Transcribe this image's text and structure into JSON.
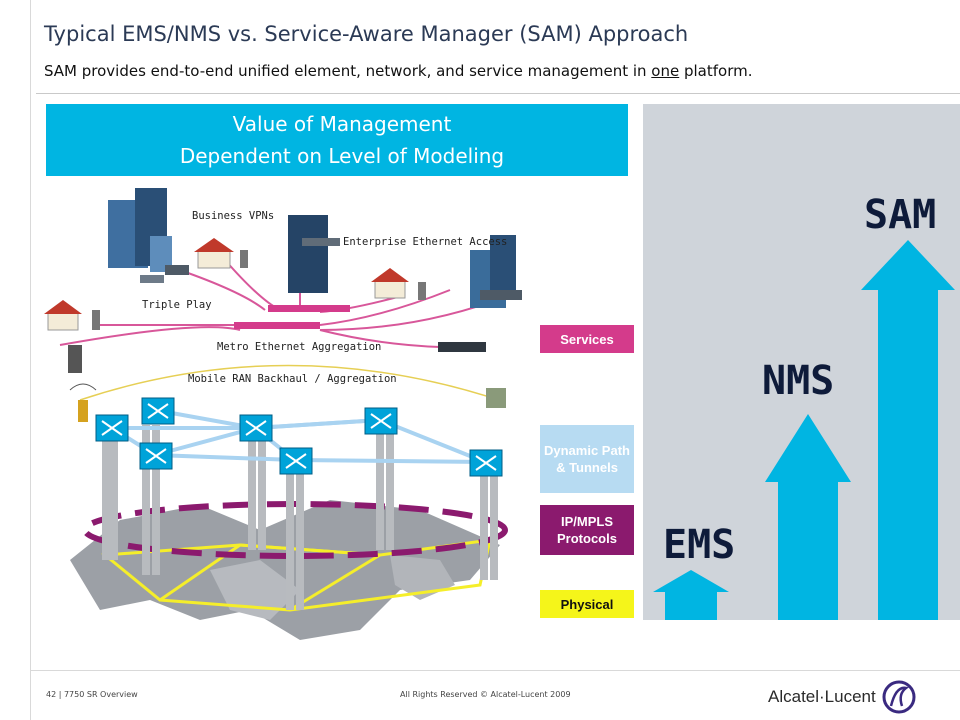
{
  "header": {
    "title": "Typical EMS/NMS vs. Service-Aware Manager (SAM) Approach",
    "subtitle_pre": "SAM provides end-to-end unified element, network, and service management in ",
    "subtitle_underlined": "one",
    "subtitle_post": " platform."
  },
  "value_box": {
    "line1": "Value of Management",
    "line2": "Dependent on Level of Modeling"
  },
  "network_labels": {
    "business_vpns": "Business VPNs",
    "enterprise_ethernet": "Enterprise Ethernet Access",
    "triple_play": "Triple Play",
    "metro_ethernet": "Metro Ethernet Aggregation",
    "mobile_ran": "Mobile RAN Backhaul / Aggregation"
  },
  "bands": {
    "services": "Services",
    "dynamic": "Dynamic Path & Tunnels",
    "ipmpls": "IP/MPLS Protocols",
    "physical": "Physical"
  },
  "band_colors": {
    "services": "#d43b8b",
    "dynamic": "#b7dbf2",
    "ipmpls": "#8b1a6e",
    "physical": "#f5f51a"
  },
  "arrows": {
    "ems": "EMS",
    "nms": "NMS",
    "sam": "SAM",
    "color": "#00b5e2"
  },
  "footer": {
    "page": "42 | 7750 SR Overview",
    "rights": "All Rights Reserved © Alcatel-Lucent 2009",
    "brand": "Alcatel·Lucent"
  },
  "icons": [
    "office-building-icon",
    "house-icon",
    "router-icon",
    "switch-icon",
    "world-map-icon",
    "cell-tower-icon",
    "alcatel-lucent-logo-icon"
  ]
}
